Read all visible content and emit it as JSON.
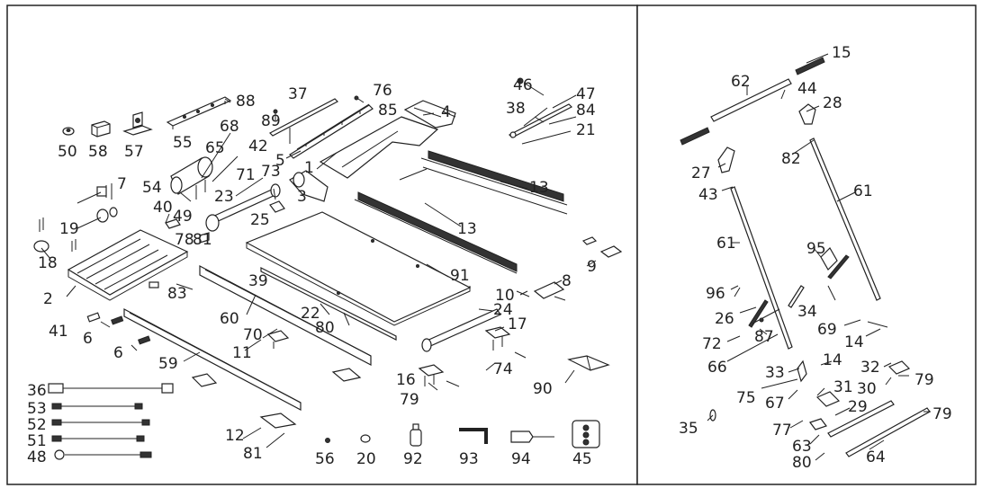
{
  "labels": [
    {
      "id": "50",
      "text": "50"
    },
    {
      "id": "58",
      "text": "58"
    },
    {
      "id": "57",
      "text": "57"
    },
    {
      "id": "55",
      "text": "55"
    },
    {
      "id": "88",
      "text": "88"
    },
    {
      "id": "37",
      "text": "37"
    },
    {
      "id": "76",
      "text": "76"
    },
    {
      "id": "89",
      "text": "89"
    },
    {
      "id": "4",
      "text": "4"
    },
    {
      "id": "85",
      "text": "85"
    },
    {
      "id": "68",
      "text": "68"
    },
    {
      "id": "65",
      "text": "65"
    },
    {
      "id": "42",
      "text": "42"
    },
    {
      "id": "5",
      "text": "5"
    },
    {
      "id": "1",
      "text": "1"
    },
    {
      "id": "7",
      "text": "7"
    },
    {
      "id": "54",
      "text": "54"
    },
    {
      "id": "71",
      "text": "71"
    },
    {
      "id": "73",
      "text": "73"
    },
    {
      "id": "40",
      "text": "40"
    },
    {
      "id": "23",
      "text": "23"
    },
    {
      "id": "3",
      "text": "3"
    },
    {
      "id": "49",
      "text": "49"
    },
    {
      "id": "25",
      "text": "25"
    },
    {
      "id": "19",
      "text": "19"
    },
    {
      "id": "78",
      "text": "78"
    },
    {
      "id": "81a",
      "text": "81"
    },
    {
      "id": "18",
      "text": "18"
    },
    {
      "id": "13a",
      "text": "13"
    },
    {
      "id": "13b",
      "text": "13"
    },
    {
      "id": "2",
      "text": "2"
    },
    {
      "id": "39",
      "text": "39"
    },
    {
      "id": "83",
      "text": "83"
    },
    {
      "id": "91",
      "text": "91"
    },
    {
      "id": "22",
      "text": "22"
    },
    {
      "id": "60",
      "text": "60"
    },
    {
      "id": "80a",
      "text": "80"
    },
    {
      "id": "41",
      "text": "41"
    },
    {
      "id": "6a",
      "text": "6"
    },
    {
      "id": "6b",
      "text": "6"
    },
    {
      "id": "70",
      "text": "70"
    },
    {
      "id": "11",
      "text": "11"
    },
    {
      "id": "59",
      "text": "59"
    },
    {
      "id": "36",
      "text": "36"
    },
    {
      "id": "53",
      "text": "53"
    },
    {
      "id": "52",
      "text": "52"
    },
    {
      "id": "51",
      "text": "51"
    },
    {
      "id": "48",
      "text": "48"
    },
    {
      "id": "12",
      "text": "12"
    },
    {
      "id": "81b",
      "text": "81"
    },
    {
      "id": "56",
      "text": "56"
    },
    {
      "id": "20",
      "text": "20"
    },
    {
      "id": "92",
      "text": "92"
    },
    {
      "id": "93",
      "text": "93"
    },
    {
      "id": "94",
      "text": "94"
    },
    {
      "id": "45",
      "text": "45"
    },
    {
      "id": "46",
      "text": "46"
    },
    {
      "id": "47",
      "text": "47"
    },
    {
      "id": "38",
      "text": "38"
    },
    {
      "id": "84",
      "text": "84"
    },
    {
      "id": "21",
      "text": "21"
    },
    {
      "id": "9",
      "text": "9"
    },
    {
      "id": "8",
      "text": "8"
    },
    {
      "id": "10",
      "text": "10"
    },
    {
      "id": "24",
      "text": "24"
    },
    {
      "id": "17",
      "text": "17"
    },
    {
      "id": "16",
      "text": "16"
    },
    {
      "id": "74",
      "text": "74"
    },
    {
      "id": "79a",
      "text": "79"
    },
    {
      "id": "90",
      "text": "90"
    },
    {
      "id": "15",
      "text": "15"
    },
    {
      "id": "62",
      "text": "62"
    },
    {
      "id": "44",
      "text": "44"
    },
    {
      "id": "28",
      "text": "28"
    },
    {
      "id": "82",
      "text": "82"
    },
    {
      "id": "27",
      "text": "27"
    },
    {
      "id": "43",
      "text": "43"
    },
    {
      "id": "61a",
      "text": "61"
    },
    {
      "id": "61b",
      "text": "61"
    },
    {
      "id": "95",
      "text": "95"
    },
    {
      "id": "96",
      "text": "96"
    },
    {
      "id": "34",
      "text": "34"
    },
    {
      "id": "26",
      "text": "26"
    },
    {
      "id": "87",
      "text": "87"
    },
    {
      "id": "69",
      "text": "69"
    },
    {
      "id": "72",
      "text": "72"
    },
    {
      "id": "14a",
      "text": "14"
    },
    {
      "id": "66",
      "text": "66"
    },
    {
      "id": "33",
      "text": "33"
    },
    {
      "id": "14b",
      "text": "14"
    },
    {
      "id": "32",
      "text": "32"
    },
    {
      "id": "75",
      "text": "75"
    },
    {
      "id": "67",
      "text": "67"
    },
    {
      "id": "31",
      "text": "31"
    },
    {
      "id": "30",
      "text": "30"
    },
    {
      "id": "79b",
      "text": "79"
    },
    {
      "id": "29",
      "text": "29"
    },
    {
      "id": "35",
      "text": "35"
    },
    {
      "id": "77",
      "text": "77"
    },
    {
      "id": "79c",
      "text": "79"
    },
    {
      "id": "63",
      "text": "63"
    },
    {
      "id": "80b",
      "text": "80"
    },
    {
      "id": "64",
      "text": "64"
    }
  ]
}
